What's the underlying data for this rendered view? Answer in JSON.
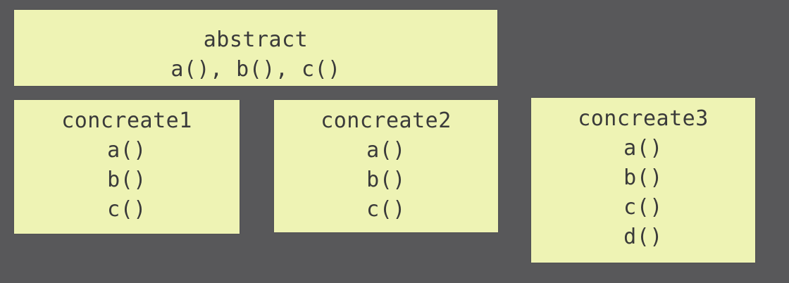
{
  "abstract": {
    "title": "abstract",
    "methods": "a(), b(), c()"
  },
  "concretes": [
    {
      "title": "concreate1",
      "methods": [
        "a()",
        "b()",
        "c()"
      ]
    },
    {
      "title": "concreate2",
      "methods": [
        "a()",
        "b()",
        "c()"
      ]
    },
    {
      "title": "concreate3",
      "methods": [
        "a()",
        "b()",
        "c()",
        "d()"
      ]
    }
  ],
  "colors": {
    "background": "#58585a",
    "box_fill": "#eef3b4",
    "text": "#3a3a3a"
  }
}
